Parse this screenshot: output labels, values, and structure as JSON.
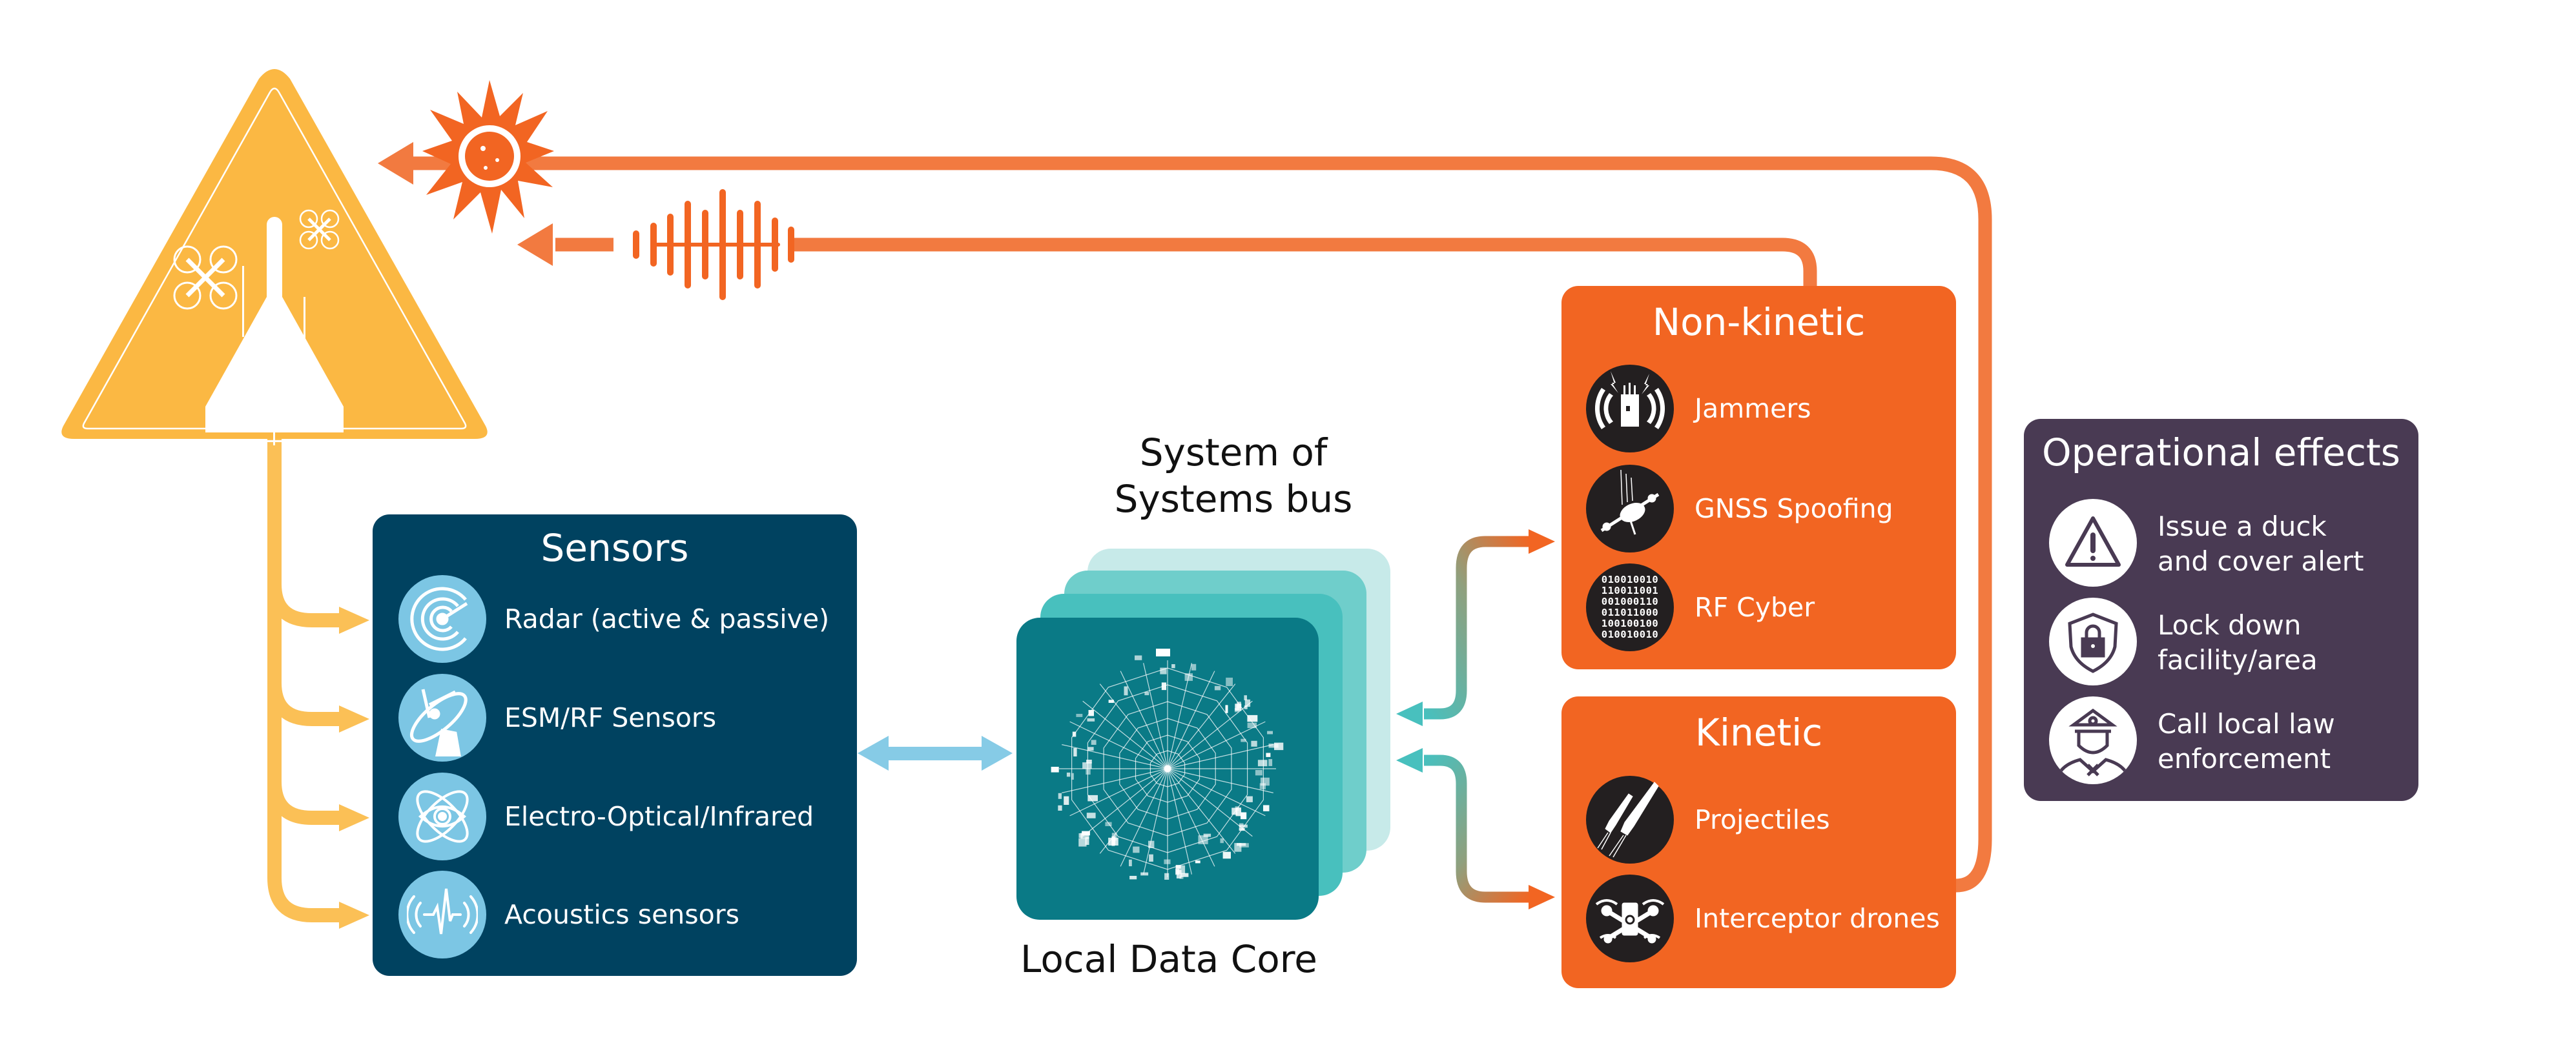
{
  "colors": {
    "threat_yellow": "#FBB843",
    "effector_orange": "#F26522",
    "link_orange": "#F27A40",
    "sensors_navy": "#004260",
    "sensor_icon_blue": "#7CC6E4",
    "bus_arrow_blue": "#86CBE6",
    "core_teal": "#0A7A86",
    "core_layers": [
      "#48C0BE",
      "#6FCECB",
      "#C7EAE9"
    ],
    "link_teal": "#48C0BE",
    "effects_purple": "#493A53",
    "icon_dark": "#231F20"
  },
  "threat": {
    "icon": "warning-triangle-with-drones-and-loitering-munition-icon"
  },
  "effects_on_threat": [
    {
      "icon": "explosion-icon",
      "meaning": "kinetic defeat"
    },
    {
      "icon": "signal-waveform-icon",
      "meaning": "non-kinetic defeat"
    }
  ],
  "sensors": {
    "title": "Sensors",
    "items": [
      {
        "label": "Radar (active & passive)",
        "icon": "radar-icon"
      },
      {
        "label": "ESM/RF Sensors",
        "icon": "satellite-dish-icon"
      },
      {
        "label": "Electro-Optical/Infrared",
        "icon": "eye-orbit-icon"
      },
      {
        "label": "Acoustics sensors",
        "icon": "sound-wave-icon"
      }
    ]
  },
  "bus": {
    "title_line1": "System of",
    "title_line2": "Systems bus",
    "core_label": "Local Data Core"
  },
  "non_kinetic": {
    "title": "Non-kinetic",
    "items": [
      {
        "label": "Jammers",
        "icon": "jammer-icon"
      },
      {
        "label": "GNSS Spoofing",
        "icon": "falling-drone-icon"
      },
      {
        "label": "RF Cyber",
        "icon": "binary-code-icon",
        "binary_lines": [
          "010010010",
          "110011001",
          "001000110",
          "011011000",
          "100100100",
          "010010010"
        ]
      }
    ]
  },
  "kinetic": {
    "title": "Kinetic",
    "items": [
      {
        "label": "Projectiles",
        "icon": "missiles-icon"
      },
      {
        "label": "Interceptor drones",
        "icon": "camera-drone-icon"
      }
    ]
  },
  "operational_effects": {
    "title": "Operational effects",
    "items": [
      {
        "line1": "Issue a duck",
        "line2": "and cover alert",
        "icon": "warning-icon"
      },
      {
        "line1": "Lock down",
        "line2": "facility/area",
        "icon": "shield-lock-icon"
      },
      {
        "line1": "Call local law",
        "line2": "enforcement",
        "icon": "police-officer-icon"
      }
    ]
  }
}
